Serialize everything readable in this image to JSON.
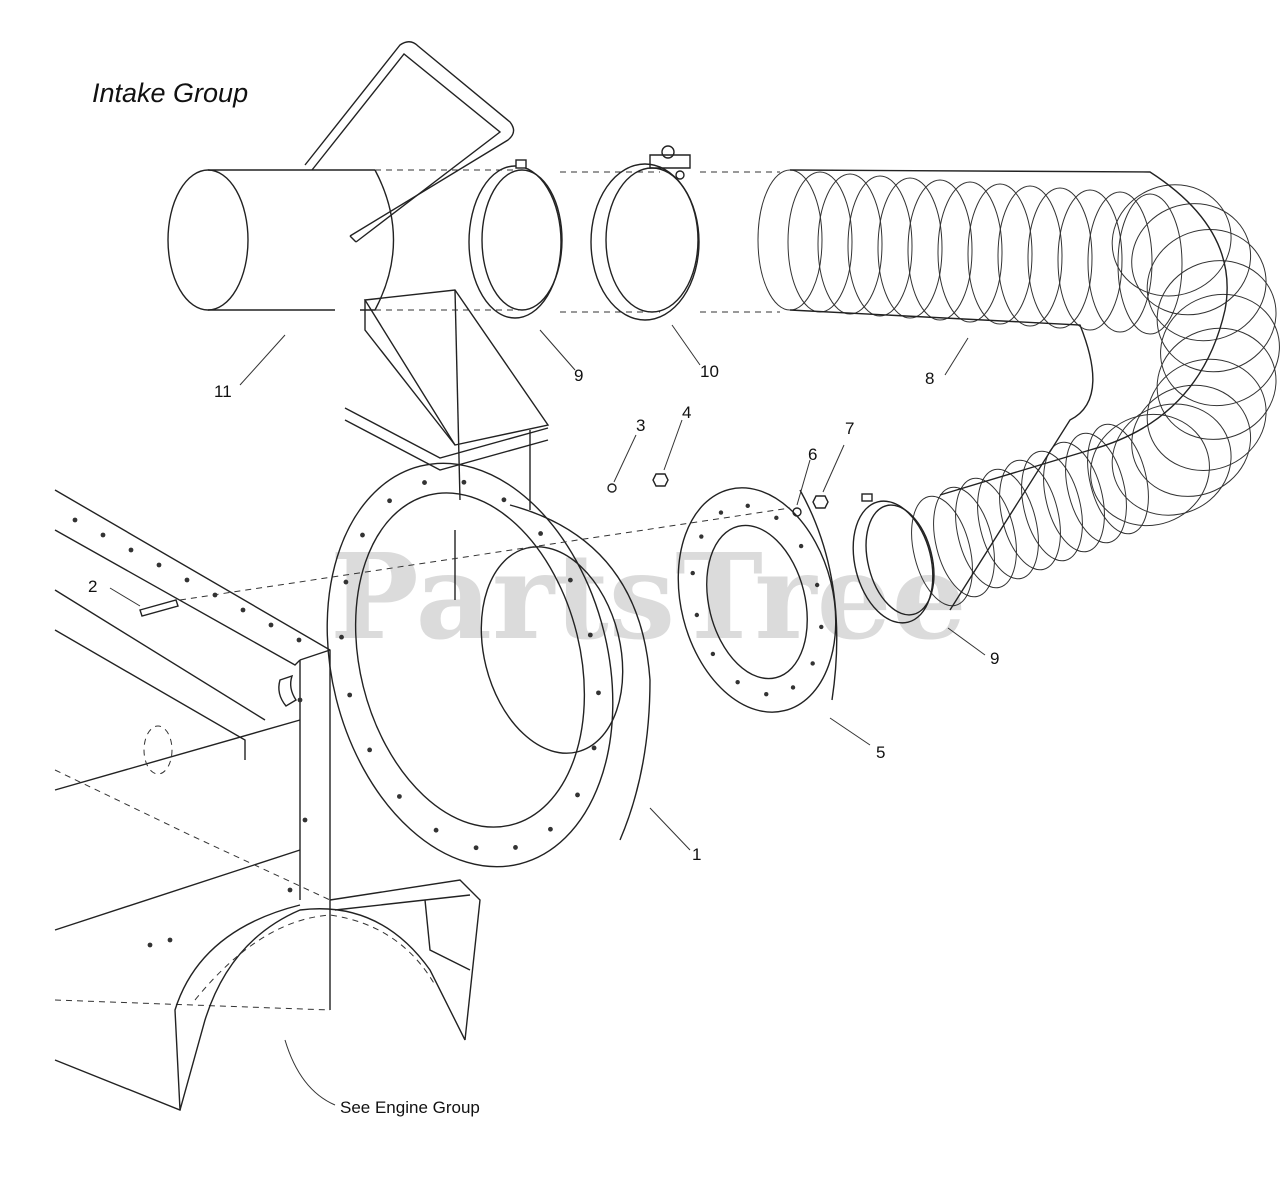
{
  "diagram": {
    "title": "Intake Group",
    "watermark": "PartsTree",
    "callouts": [
      {
        "id": "callout-11",
        "label": "11"
      },
      {
        "id": "callout-9-top",
        "label": "9"
      },
      {
        "id": "callout-10",
        "label": "10"
      },
      {
        "id": "callout-8",
        "label": "8"
      },
      {
        "id": "callout-3",
        "label": "3"
      },
      {
        "id": "callout-4",
        "label": "4"
      },
      {
        "id": "callout-6",
        "label": "6"
      },
      {
        "id": "callout-7",
        "label": "7"
      },
      {
        "id": "callout-2",
        "label": "2"
      },
      {
        "id": "callout-9-bottom",
        "label": "9"
      },
      {
        "id": "callout-5",
        "label": "5"
      },
      {
        "id": "callout-1",
        "label": "1"
      }
    ],
    "note": "See Engine Group"
  }
}
